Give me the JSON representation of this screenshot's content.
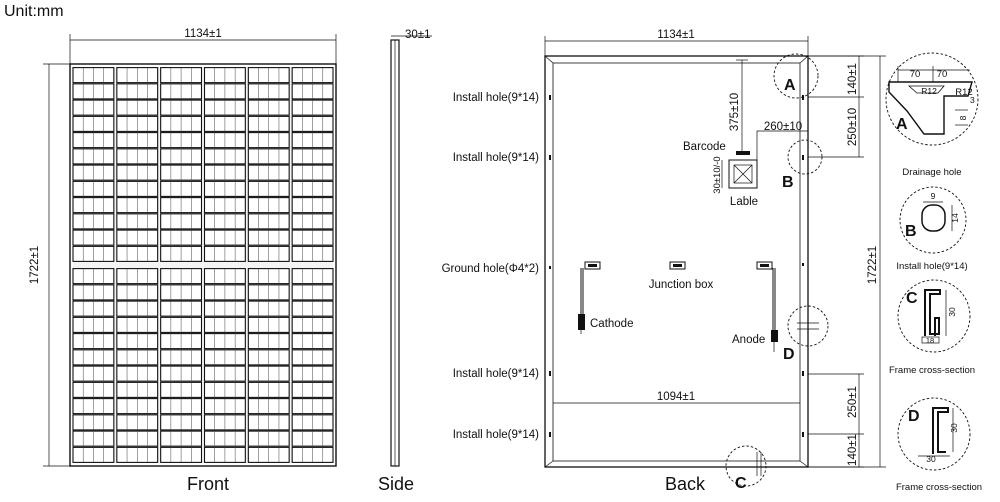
{
  "unit_label": "Unit:mm",
  "views": {
    "front": "Front",
    "side": "Side",
    "back": "Back"
  },
  "dimensions": {
    "width": "1134±1",
    "height": "1722±1",
    "thickness": "30±1",
    "inner_width": "1094±1",
    "hole_top": "140±1",
    "hole_pitch": "250±10",
    "hole_bottom_pitch": "250±1",
    "hole_bottom": "140±1",
    "barcode_offset": "375±10",
    "label_offset": "260±10",
    "label_tolerance": "30±10/-0"
  },
  "back_labels": {
    "install_hole": "Install hole(9*14)",
    "ground_hole": "Ground hole(Φ4*2)",
    "barcode": "Barcode",
    "label": "Lable",
    "junction_box": "Junction box",
    "cathode": "Cathode",
    "anode": "Anode"
  },
  "detail_letters": [
    "A",
    "B",
    "C",
    "D"
  ],
  "details": {
    "a": {
      "caption": "Drainage hole",
      "dims": [
        "70",
        "70",
        "R12",
        "R12",
        "3",
        "8"
      ]
    },
    "b": {
      "caption": "Install hole(9*14)",
      "dims": [
        "9",
        "14"
      ]
    },
    "c": {
      "caption": "Frame cross-section",
      "dims": [
        "30",
        "18"
      ]
    },
    "d": {
      "caption": "Frame cross-section",
      "dims": [
        "30",
        "30"
      ]
    }
  }
}
